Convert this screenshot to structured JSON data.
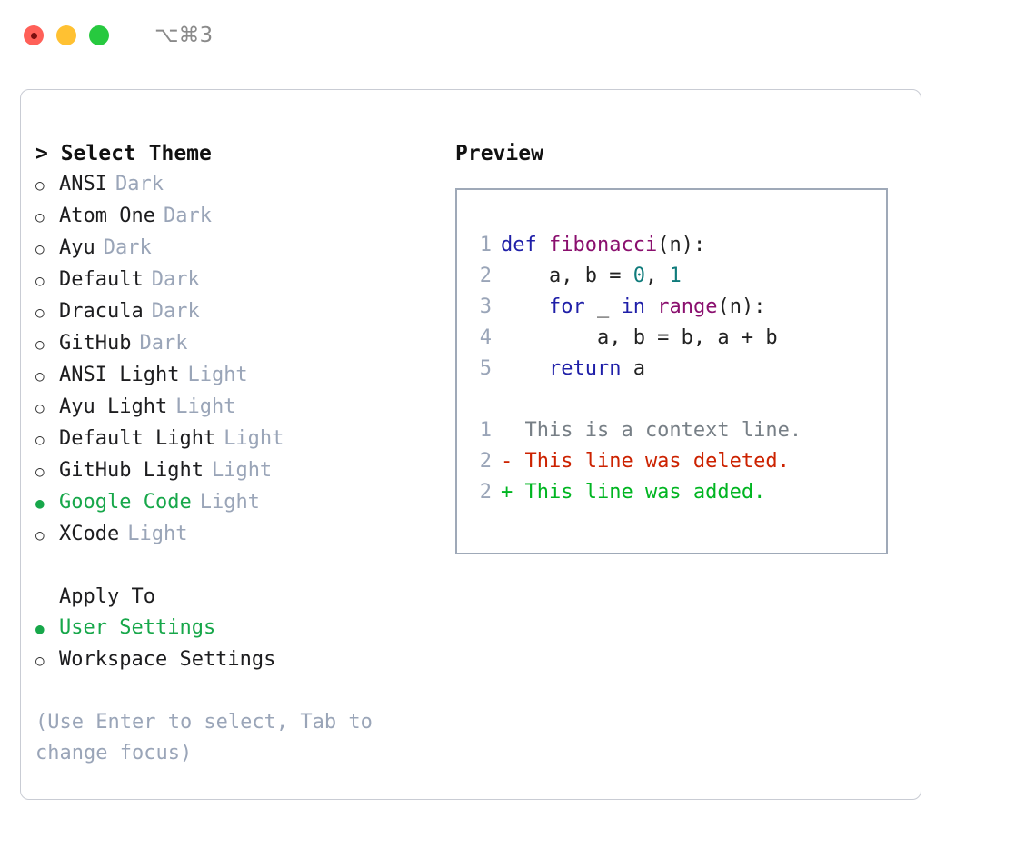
{
  "titlebar": {
    "lights": [
      {
        "name": "close",
        "color": "#ff6058",
        "active": true
      },
      {
        "name": "minimize",
        "color": "#ffc132",
        "active": false
      },
      {
        "name": "maximize",
        "color": "#27c93f",
        "active": false
      }
    ],
    "shortcut": "⌥⌘3"
  },
  "theme_picker": {
    "heading": "> Select Theme",
    "marker_selected": "●",
    "marker_unselected": "○",
    "items": [
      {
        "label": "ANSI",
        "tag": "Dark",
        "selected": false
      },
      {
        "label": "Atom One",
        "tag": "Dark",
        "selected": false
      },
      {
        "label": "Ayu",
        "tag": "Dark",
        "selected": false
      },
      {
        "label": "Default",
        "tag": "Dark",
        "selected": false
      },
      {
        "label": "Dracula",
        "tag": "Dark",
        "selected": false
      },
      {
        "label": "GitHub",
        "tag": "Dark",
        "selected": false
      },
      {
        "label": "ANSI Light",
        "tag": "Light",
        "selected": false
      },
      {
        "label": "Ayu Light",
        "tag": "Light",
        "selected": false
      },
      {
        "label": "Default Light",
        "tag": "Light",
        "selected": false
      },
      {
        "label": "GitHub Light",
        "tag": "Light",
        "selected": false
      },
      {
        "label": "Google Code",
        "tag": "Light",
        "selected": true
      },
      {
        "label": "XCode",
        "tag": "Light",
        "selected": false
      }
    ]
  },
  "apply_to": {
    "heading": "Apply To",
    "items": [
      {
        "label": "User Settings",
        "selected": true
      },
      {
        "label": "Workspace Settings",
        "selected": false
      }
    ]
  },
  "hint": "(Use Enter to select, Tab to change focus)",
  "preview": {
    "heading": "Preview",
    "code_lines": [
      {
        "lno": "1",
        "tokens": [
          {
            "t": "def ",
            "c": "kw"
          },
          {
            "t": "fibonacci",
            "c": "fn"
          },
          {
            "t": "(n):",
            "c": "pl"
          }
        ]
      },
      {
        "lno": "2",
        "tokens": [
          {
            "t": "    a, b = ",
            "c": "pl"
          },
          {
            "t": "0",
            "c": "num"
          },
          {
            "t": ", ",
            "c": "pl"
          },
          {
            "t": "1",
            "c": "num"
          }
        ]
      },
      {
        "lno": "3",
        "tokens": [
          {
            "t": "    ",
            "c": "pl"
          },
          {
            "t": "for",
            "c": "kw"
          },
          {
            "t": " _ ",
            "c": "pl"
          },
          {
            "t": "in",
            "c": "kw"
          },
          {
            "t": " ",
            "c": "pl"
          },
          {
            "t": "range",
            "c": "fn"
          },
          {
            "t": "(n):",
            "c": "pl"
          }
        ]
      },
      {
        "lno": "4",
        "tokens": [
          {
            "t": "        a, b = b, a + b",
            "c": "pl"
          }
        ]
      },
      {
        "lno": "5",
        "tokens": [
          {
            "t": "    ",
            "c": "pl"
          },
          {
            "t": "return",
            "c": "kw"
          },
          {
            "t": " a",
            "c": "pl"
          }
        ]
      }
    ],
    "diff_lines": [
      {
        "lno": "1",
        "text": "  This is a context line.",
        "kind": "ctx"
      },
      {
        "lno": "2",
        "text": "- This line was deleted.",
        "kind": "del"
      },
      {
        "lno": "2",
        "text": "+ This line was added.",
        "kind": "add"
      }
    ]
  },
  "colors": {
    "accent_green": "#17a74a",
    "muted": "#9aa5b8",
    "keyword": "#1f1fa8",
    "function": "#8a0f6e",
    "number": "#0f7b7b",
    "diff_add": "#00b521",
    "diff_del": "#cc2200",
    "diff_ctx": "#777f86",
    "panel_border": "#c9ccd4",
    "preview_border": "#9fa9b8"
  }
}
